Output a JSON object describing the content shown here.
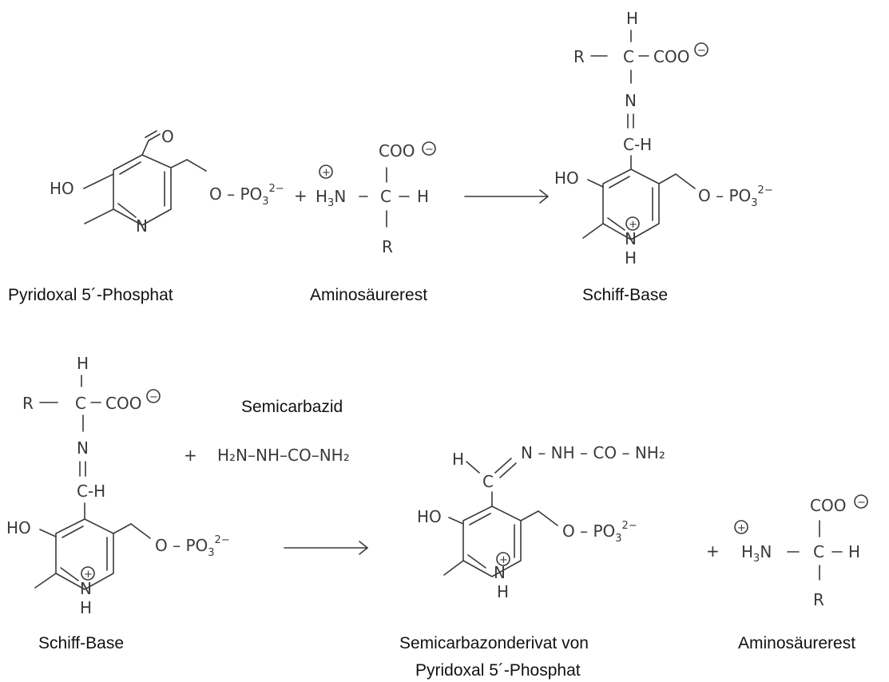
{
  "captions": {
    "plp": "Pyridoxal 5´-Phosphat",
    "amino_1": "Aminosäurerest",
    "schiff_1": "Schiff-Base",
    "semicarbazid": "Semicarbazid",
    "schiff_2": "Schiff-Base",
    "derivat_line1": "Semicarbazonderivat von",
    "derivat_line2": "Pyridoxal 5´-Phosphat",
    "amino_2": "Aminosäurerest"
  },
  "atoms": {
    "O": "O",
    "HO": "HO",
    "N": "N",
    "NH": "N",
    "H": "H",
    "R": "R",
    "C": "C",
    "COO": "COO",
    "H3N": "H",
    "phosphate": "O – PO",
    "plus": "+",
    "charge_pos": "+",
    "charge_neg": "−",
    "semicarbazide_formula": "H₂N–NH–CO–NH₂",
    "hydrazone_chain": "N – NH – CO – NH₂"
  }
}
